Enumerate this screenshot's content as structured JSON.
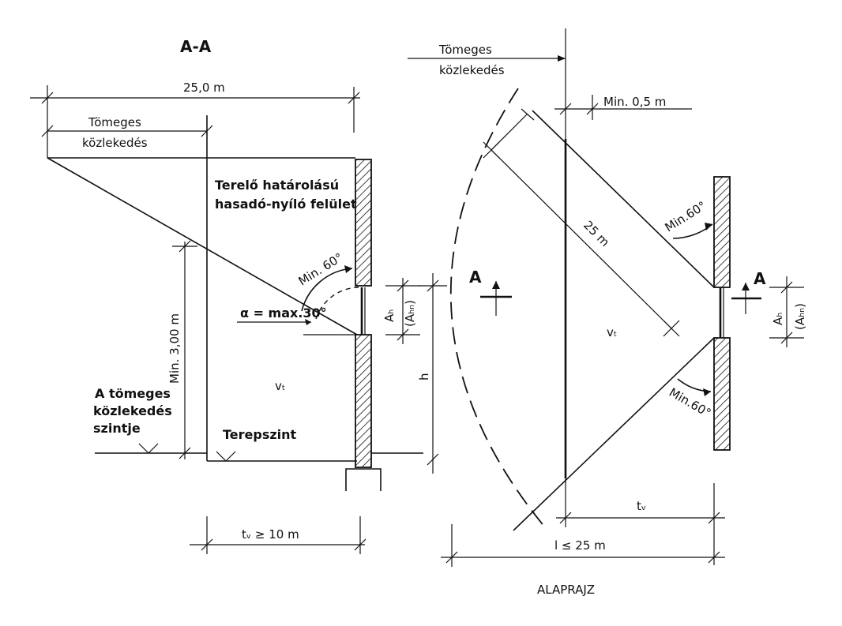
{
  "section": {
    "title": "A-A",
    "dim_width": "25,0 m",
    "traffic_line1": "Tömeges",
    "traffic_line2": "közlekedés",
    "surface_line1": "Terelő határolású",
    "surface_line2": "hasadó-nyíló felület",
    "angle_min": "Min. 60°",
    "alpha": "α = max.30°",
    "height_min": "Min. 3,00 m",
    "ah": "Aₕ",
    "ahn": "(Aₕₙ)",
    "h": "h",
    "vt": "vₜ",
    "level_line1": "A tömeges",
    "level_line2": "közlekedés",
    "level_line3": "szintje",
    "terrain": "Terepszint",
    "tv": "tᵥ ≥ 10 m"
  },
  "plan": {
    "title": "ALAPRAJZ",
    "traffic_line1": "Tömeges",
    "traffic_line2": "közlekedés",
    "min_offset": "Min. 0,5 m",
    "radius": "25 m",
    "angle_top": "Min.60°",
    "angle_bottom": "Min.60°",
    "section_mark_left": "A",
    "section_mark_right": "A",
    "ah": "Aₕ",
    "ahn": "(Aₕₙ)",
    "vt": "vₜ",
    "tv": "tᵥ",
    "length": "l ≤ 25 m"
  }
}
